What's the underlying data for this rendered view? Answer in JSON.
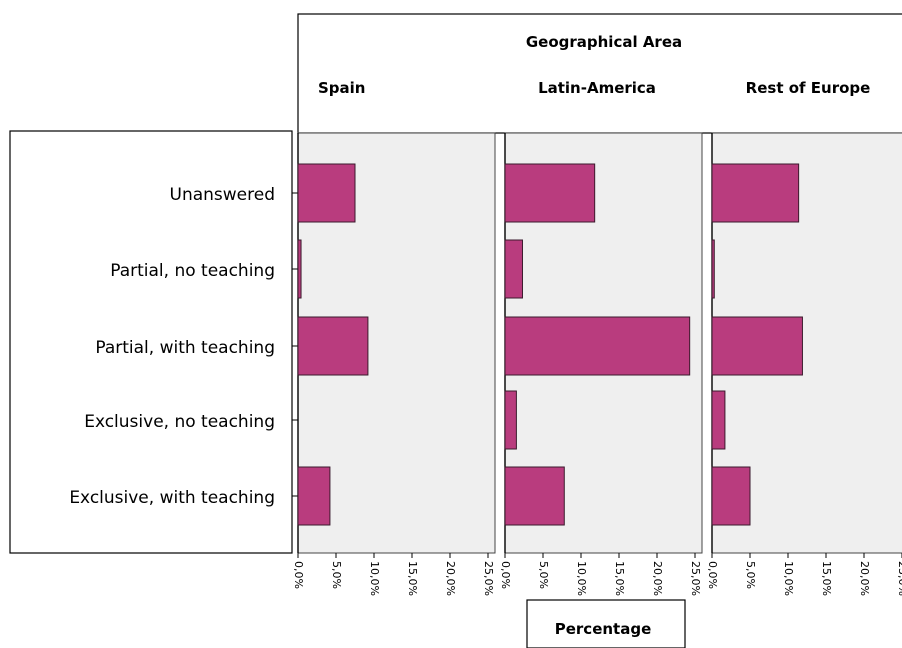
{
  "chart_data": {
    "type": "bar",
    "orientation": "horizontal",
    "header_title": "Geographical Area",
    "panels": [
      "Spain",
      "Latin-America",
      "Rest of Europe"
    ],
    "categories": [
      "Unanswered",
      "Partial, no teaching",
      "Partial, with teaching",
      "Exclusive, no teaching",
      "Exclusive, with teaching"
    ],
    "series": [
      {
        "panel": "Spain",
        "values": [
          7.5,
          0.4,
          9.2,
          0.0,
          4.2
        ]
      },
      {
        "panel": "Latin-America",
        "values": [
          11.8,
          2.3,
          24.3,
          1.5,
          7.8
        ]
      },
      {
        "panel": "Rest of Europe",
        "values": [
          11.4,
          0.3,
          11.9,
          1.7,
          5.0
        ]
      }
    ],
    "xlabel": "Percentage",
    "xlim": [
      0,
      25
    ],
    "x_ticks": [
      "0,0%",
      "5,0%",
      "10,0%",
      "15,0%",
      "20,0%",
      "25,0%"
    ],
    "grid": false,
    "bar_color": "#b93c7e",
    "panel_background": "#efefef"
  }
}
